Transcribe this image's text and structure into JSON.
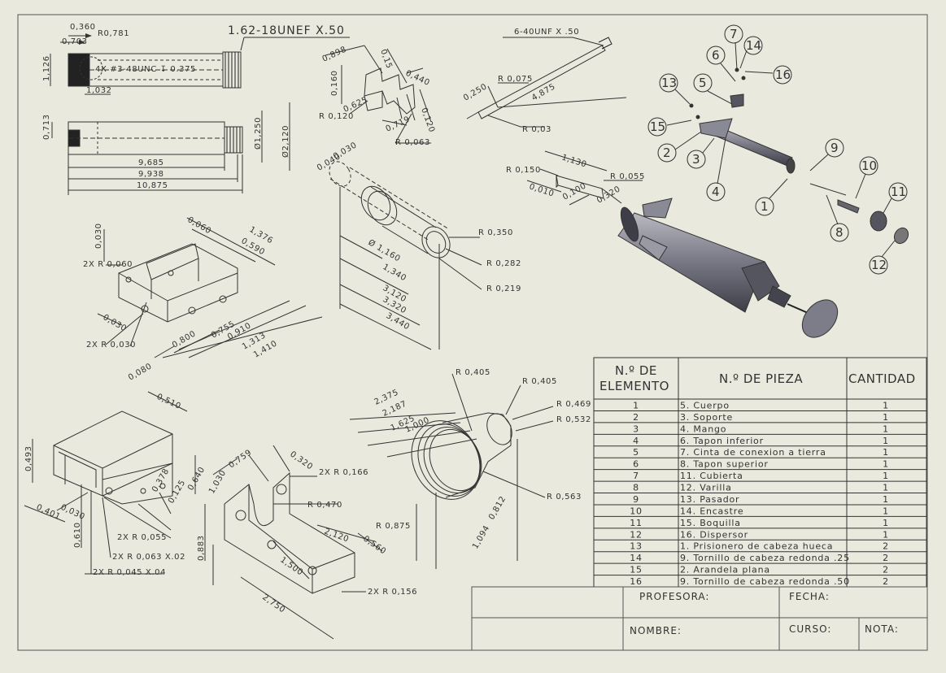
{
  "callout_thread": "1.62-18UNEF X.50",
  "callout_thread_small": "6-40UNF X .50",
  "callout_hole": "4X #3-48UNC ↧ 0.375",
  "colors": {
    "paper": "#e9e9de",
    "line": "#3a3a3a",
    "part_dark": "#55555f",
    "part_mid": "#8a8a96",
    "part_light": "#b9b9c2"
  },
  "dims": {
    "v1": {
      "d0": "0,360",
      "d1": "0,703",
      "d2": "R0,781",
      "d3": "1,126",
      "d4": "1,032"
    },
    "v2": {
      "d0": "0,713",
      "d1": "Ø1,250",
      "d2": "Ø2,120",
      "d3": "9,685",
      "d4": "9,938",
      "d5": "10,875"
    },
    "v3": {
      "d0": "0,898",
      "d1": "0,160",
      "d2": "0,625",
      "d3": "R 0,120",
      "d4": "0,440",
      "d5": "0,120",
      "d6": "0,719",
      "d7": "R 0,063",
      "d8": "0,15"
    },
    "v4": {
      "d0": "R 0,075",
      "d1": "0,250",
      "d2": "4,875",
      "d3": "R 0,03"
    },
    "v5": {
      "d0": "1,130",
      "d1": "R 0,150",
      "d2": "0,010",
      "d3": "0,100",
      "d4": "R 0,055",
      "d5": "0,320"
    },
    "v6": {
      "d0": "0,030",
      "d1": "0,040",
      "d2": "R 0,350",
      "d3": "Ø 1,160",
      "d4": "R 0,282",
      "d5": "1,340",
      "d6": "3,120",
      "d7": "3,320",
      "d8": "R 0,219",
      "d9": "3,440"
    },
    "v7": {
      "d0": "0,030",
      "d1": "0,060",
      "d2": "1,376",
      "d3": "0,590",
      "d4": "2X R 0,060",
      "d5": "0,030",
      "d6": "2X R 0,030",
      "d7": "0,080",
      "d8": "0,800",
      "d9": "0,755",
      "d10": "0,910",
      "d11": "1,313",
      "d12": "1,410"
    },
    "v8": {
      "d0": "0,510",
      "d1": "0,493",
      "d2": "0,401",
      "d3": "0,030",
      "d4": "0,610",
      "d5": "0,640",
      "d6": "0,378",
      "d7": "0,125",
      "d8": "2X R 0,055",
      "d9": "2X R 0,063 X.02",
      "d10": "2X R 0,045 X.04"
    },
    "v9": {
      "d0": "0,759",
      "d1": "0,320",
      "d2": "1,030",
      "d3": "2X R 0,166",
      "d4": "R 0,470",
      "d5": "0,883",
      "d6": "2,120",
      "d7": "0,560",
      "d8": "1,500",
      "d9": "2X R 0,156",
      "d10": "2,750"
    },
    "v10": {
      "d0": "R 0,405",
      "d1": "R 0,405",
      "d2": "2,375",
      "d3": "2,187",
      "d4": "1,625",
      "d5": "1,000",
      "d6": "R 0,469",
      "d7": "R 0,532",
      "d8": "R 0,563",
      "d9": "R 0,875",
      "d10": "0,812",
      "d11": "1,094"
    }
  },
  "balloons": [
    "1",
    "2",
    "3",
    "4",
    "5",
    "6",
    "7",
    "8",
    "9",
    "10",
    "11",
    "12",
    "13",
    "14",
    "15",
    "16"
  ],
  "bom": {
    "headers": [
      "N.º DE ELEMENTO",
      "N.º DE PIEZA",
      "CANTIDAD"
    ],
    "rows": [
      {
        "item": "1",
        "part": "5. Cuerpo",
        "qty": "1"
      },
      {
        "item": "2",
        "part": "3. Soporte",
        "qty": "1"
      },
      {
        "item": "3",
        "part": "4. Mango",
        "qty": "1"
      },
      {
        "item": "4",
        "part": "6. Tapon inferior",
        "qty": "1"
      },
      {
        "item": "5",
        "part": "7. Cinta de conexion a tierra",
        "qty": "1"
      },
      {
        "item": "6",
        "part": "8. Tapon superior",
        "qty": "1"
      },
      {
        "item": "7",
        "part": "11. Cubierta",
        "qty": "1"
      },
      {
        "item": "8",
        "part": "12. Varilla",
        "qty": "1"
      },
      {
        "item": "9",
        "part": "13. Pasador",
        "qty": "1"
      },
      {
        "item": "10",
        "part": "14. Encastre",
        "qty": "1"
      },
      {
        "item": "11",
        "part": "15. Boquilla",
        "qty": "1"
      },
      {
        "item": "12",
        "part": "16. Dispersor",
        "qty": "1"
      },
      {
        "item": "13",
        "part": "1. Prisionero de cabeza hueca",
        "qty": "2"
      },
      {
        "item": "14",
        "part": "9. Tornillo de cabeza redonda .25",
        "qty": "2"
      },
      {
        "item": "15",
        "part": "2. Arandela plana",
        "qty": "2"
      },
      {
        "item": "16",
        "part": "9. Tornillo de cabeza redonda .50",
        "qty": "2"
      }
    ]
  },
  "title_block": {
    "profesora": "PROFESORA:",
    "fecha": "FECHA:",
    "nombre": "NOMBRE:",
    "curso": "CURSO:",
    "nota": "NOTA:"
  }
}
